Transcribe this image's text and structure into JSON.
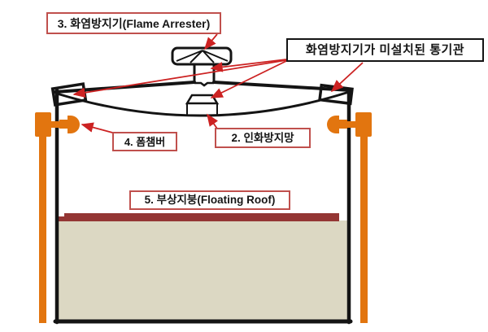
{
  "figure": {
    "callouts": {
      "flame_arrester": {
        "label": "3. 화염방지기(Flame Arrester)"
      },
      "vent_without_arrester": {
        "label": "화염방지기가 미설치된 통기관"
      },
      "foam_chamber": {
        "label": "4. 폼챔버"
      },
      "flash_screen": {
        "label": "2. 인화방지망"
      },
      "floating_roof": {
        "label": "5. 부상지붕(Floating Roof)"
      }
    },
    "colors": {
      "red_box_border": "#c0504d",
      "black_box_border": "#141414",
      "arrow": "#cc2222",
      "orange": "#e2750f",
      "liquid": "#dcd8c3",
      "roof_bar": "#943634",
      "mesh_fill": "#ccd9e6",
      "mesh_line": "#52709b"
    }
  }
}
